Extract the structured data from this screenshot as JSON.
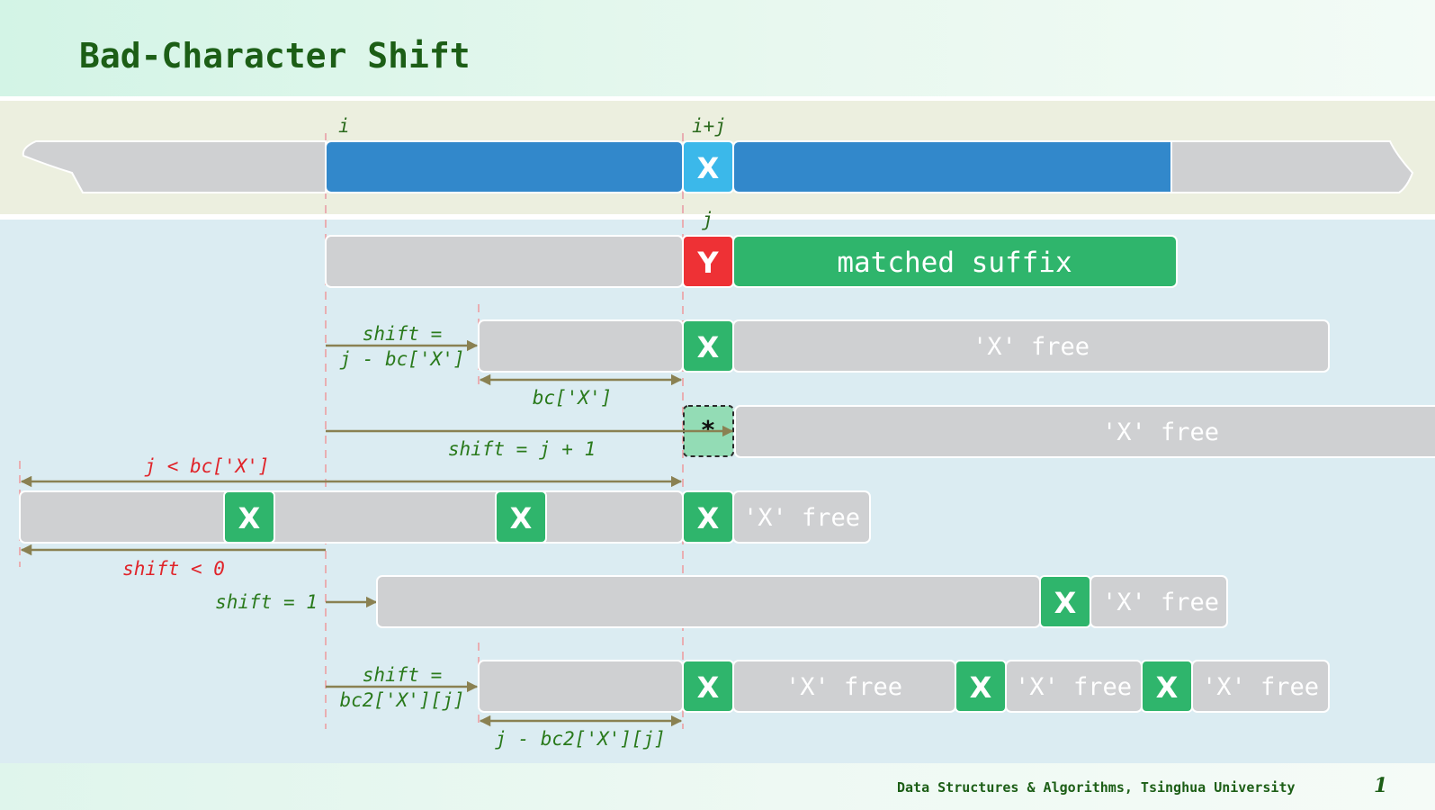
{
  "title": "Bad-Character Shift",
  "footer": {
    "credit": "Data Structures & Algorithms, Tsinghua University",
    "page": "1"
  },
  "text_row": {
    "index_i": "i",
    "index_ij": "i+j",
    "char": "X"
  },
  "pattern_row": {
    "index_j": "j",
    "char": "Y",
    "suffix": "matched suffix"
  },
  "case1": {
    "char": "X",
    "free": "'X' free",
    "shift_line1": "shift =",
    "shift_line2": "j - bc['X']",
    "dist": "bc['X']"
  },
  "case2": {
    "char": "*",
    "free": "'X' free",
    "shift": "shift = j + 1"
  },
  "case3": {
    "char": "X",
    "free": "'X' free",
    "cond": "j < bc['X']",
    "shift": "shift < 0"
  },
  "case4": {
    "char": "X",
    "free": "'X' free",
    "shift": "shift = 1"
  },
  "case5": {
    "char": "X",
    "free": "'X' free",
    "shift_line1": "shift =",
    "shift_line2": "bc2['X'][j]",
    "dist": "j - bc2['X'][j]"
  },
  "colors": {
    "title_green": "#1c5e16",
    "text_blue": "#3288cb",
    "text_char_blue": "#3bb8ea",
    "mismatch_red": "#ee3135",
    "match_green": "#2fb56c",
    "gray_block": "#cfd0d2",
    "arrow_olive": "#8a8152",
    "guide_pink": "#e9aeb2",
    "label_green": "#2a7a1c",
    "label_red": "#e0242a"
  }
}
